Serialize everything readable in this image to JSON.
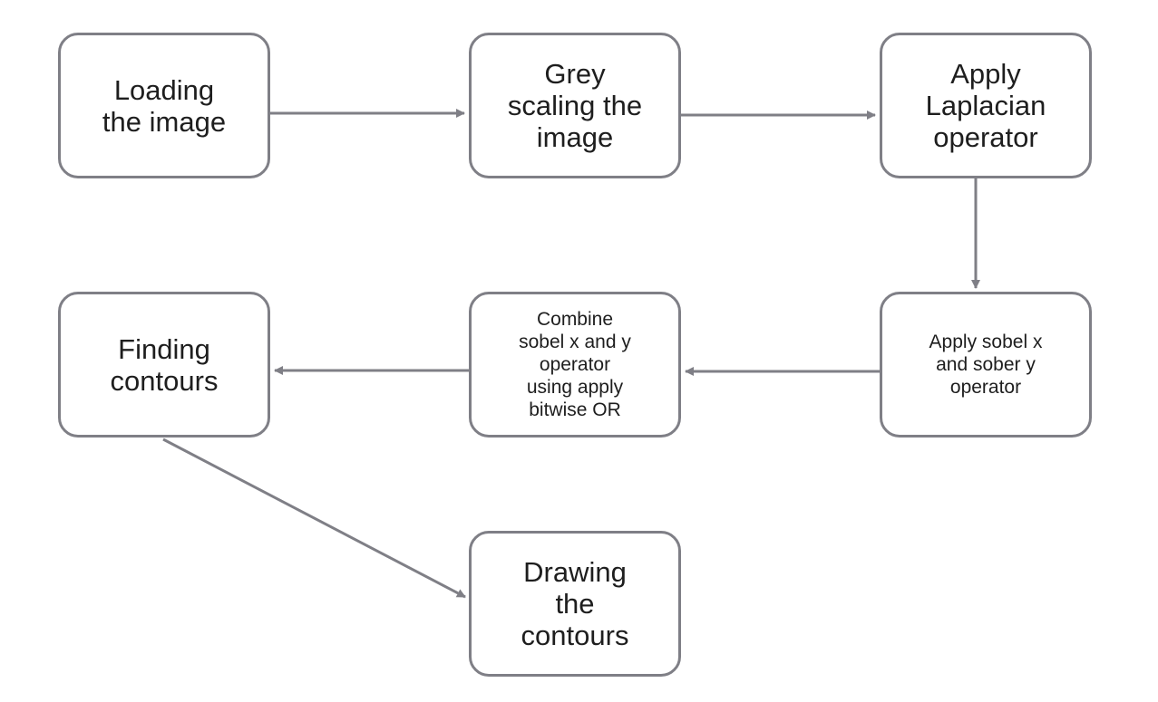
{
  "colors": {
    "border": "#7f7f86",
    "arrow": "#7f7f86",
    "text": "#1e1e1e",
    "background": "#ffffff"
  },
  "nodes": {
    "load": "Loading\nthe image",
    "grey": "Grey\nscaling the\nimage",
    "laplacian": "Apply\nLaplacian\noperator",
    "sobel": "Apply sobel x\nand sober y\noperator",
    "combine": "Combine\nsobel x and y\noperator\nusing apply\nbitwise OR",
    "find": "Finding\ncontours",
    "draw": "Drawing\nthe\ncontours"
  }
}
